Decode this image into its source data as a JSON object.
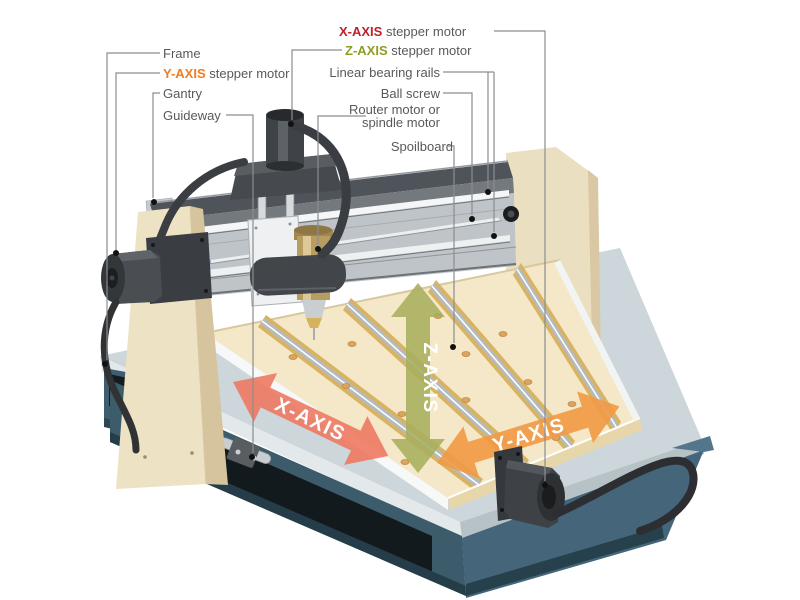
{
  "diagram": {
    "type": "CNC router machine parts diagram",
    "labels": {
      "frame": "Frame",
      "y_axis_stepper": {
        "axis": "Y-AXIS",
        "rest": " stepper motor"
      },
      "gantry": "Gantry",
      "guideway": "Guideway",
      "x_axis_stepper": {
        "axis": "X-AXIS",
        "rest": " stepper motor"
      },
      "z_axis_stepper": {
        "axis": "Z-AXIS",
        "rest": " stepper motor"
      },
      "linear_bearing_rails": "Linear bearing rails",
      "ball_screw": "Ball screw",
      "router_motor_line1": "Router motor or",
      "router_motor_line2": "spindle motor",
      "spoilboard": "Spoilboard"
    },
    "arrows": {
      "x": {
        "label": "X-AXIS",
        "color": "#ee7962"
      },
      "y": {
        "label": "Y-AXIS",
        "color": "#f19a45"
      },
      "z": {
        "label": "Z-AXIS",
        "color": "#a8ae5c"
      }
    },
    "colors": {
      "x_axis_accent": "#bf1e2e",
      "y_axis_accent": "#f47b20",
      "z_axis_accent": "#8f9e20",
      "label_text": "#58595b",
      "leader_line": "#8b8d90",
      "machine_cream": "#ece0c2",
      "machine_silver": "#c3c8cb",
      "base_teal": "#3e5d6d",
      "table_tan": "#f4e8c8",
      "spindle_brass": "#b89d63"
    }
  }
}
